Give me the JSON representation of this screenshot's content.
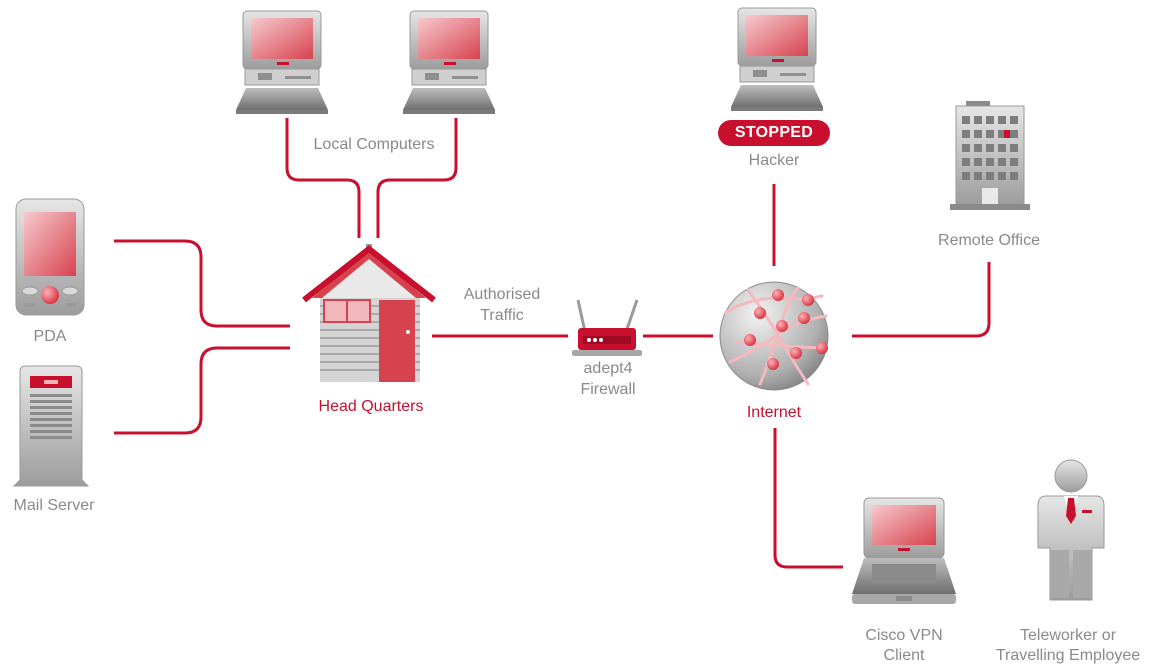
{
  "labels": {
    "local_computers": "Local Computers",
    "hacker": "Hacker",
    "stopped": "STOPPED",
    "remote_office": "Remote Office",
    "pda": "PDA",
    "mail_server": "Mail Server",
    "head_quarters": "Head Quarters",
    "authorised_line1": "Authorised",
    "authorised_line2": "Traffic",
    "firewall_line1": "adept4",
    "firewall_line2": "Firewall",
    "internet": "Internet",
    "vpn_line1": "Cisco VPN",
    "vpn_line2": "Client",
    "teleworker_line1": "Teleworker or",
    "teleworker_line2": "Travelling Employee"
  },
  "colors": {
    "link": "#c8102e",
    "label": "#8a8a8a",
    "accent": "#c8102e"
  },
  "icons": [
    "desktop-computer-icon",
    "pda-icon",
    "mail-server-icon",
    "house-icon",
    "router-icon",
    "globe-icon",
    "office-building-icon",
    "laptop-icon",
    "person-icon"
  ]
}
